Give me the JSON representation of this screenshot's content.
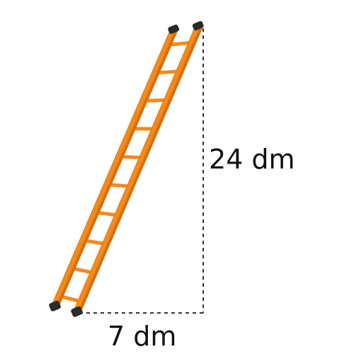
{
  "labels": {
    "height": "24 dm",
    "base": "7 dm"
  },
  "ladder": {
    "rung_count": 10
  },
  "colors": {
    "ladder_body": "#f28a1f",
    "ladder_shadow": "#d96f0a",
    "ladder_highlight": "#ffb45a",
    "ladder_caps": "#2a2a2a",
    "dashed_line": "#333333",
    "text": "#111111"
  }
}
